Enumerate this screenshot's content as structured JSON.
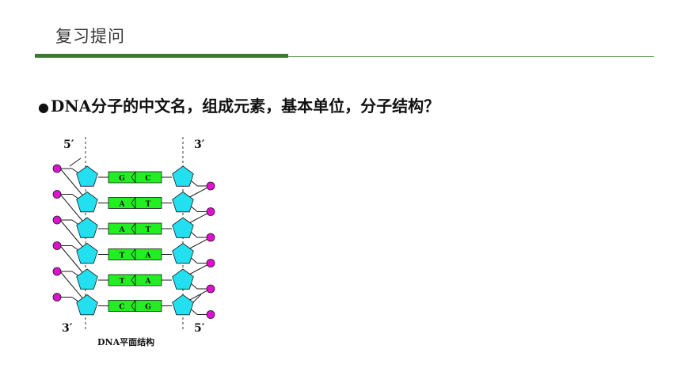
{
  "header": {
    "title": "复习提问"
  },
  "question": {
    "bullet": "●",
    "text": "DNA分子的中文名，组成元素，基本单位，分子结构？"
  },
  "diagram": {
    "caption": "DNA平面结构",
    "strand_labels": {
      "top_left": "5′",
      "top_right": "3′",
      "bottom_left": "3′",
      "bottom_right": "5′"
    },
    "base_pairs": [
      {
        "left": "G",
        "right": "C"
      },
      {
        "left": "A",
        "right": "T"
      },
      {
        "left": "A",
        "right": "T"
      },
      {
        "left": "T",
        "right": "A"
      },
      {
        "left": "T",
        "right": "A"
      },
      {
        "left": "C",
        "right": "G"
      }
    ],
    "colors": {
      "sugar": "#22e0f0",
      "phosphate": "#e010d0",
      "base": "#22ee22",
      "outline": "#1a1a1a"
    }
  }
}
